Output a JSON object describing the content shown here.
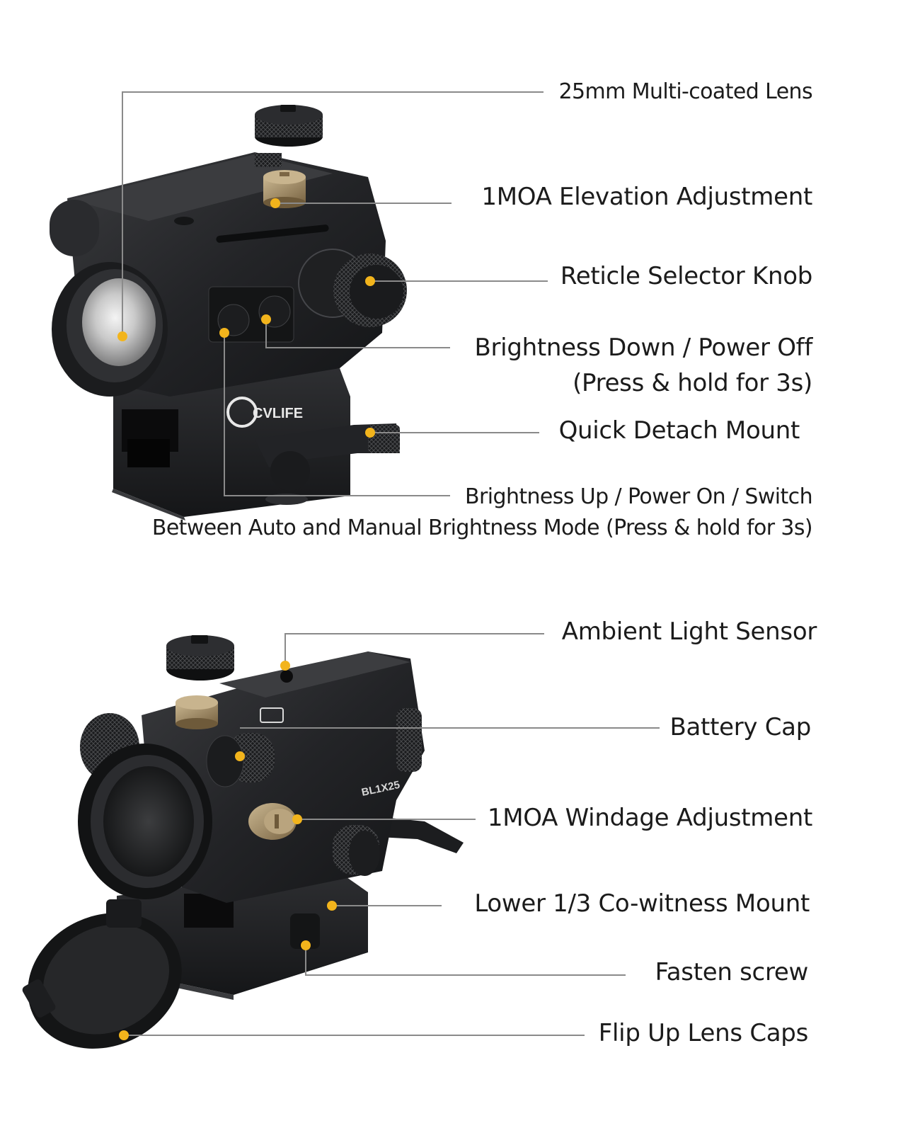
{
  "colors": {
    "background": "#ffffff",
    "callout_line": "#8a8a8a",
    "callout_dot": "#f2b41c",
    "text": "#1b1b1b",
    "body_dark": "#1e1f21",
    "brass": "#a28a64"
  },
  "top_scope": {
    "brand_logo": "CVLIFE",
    "callouts": [
      {
        "id": "lens",
        "text": "25mm Multi-coated Lens"
      },
      {
        "id": "elevation",
        "text": "1MOA Elevation Adjustment"
      },
      {
        "id": "reticle",
        "text": "Reticle Selector Knob"
      },
      {
        "id": "brightness-down",
        "line1": "Brightness Down / Power Off",
        "line2": "(Press & hold for 3s)"
      },
      {
        "id": "qd-mount",
        "text": "Quick Detach Mount"
      },
      {
        "id": "brightness-up",
        "line1": "Brightness Up / Power On / Switch",
        "line2": "Between Auto and Manual Brightness Mode (Press & hold for 3s)"
      }
    ]
  },
  "bottom_scope": {
    "model_marking": "BL1X25",
    "callouts": [
      {
        "id": "ambient",
        "text": "Ambient Light Sensor"
      },
      {
        "id": "battery",
        "text": "Battery Cap"
      },
      {
        "id": "windage",
        "text": "1MOA Windage Adjustment"
      },
      {
        "id": "cowitness",
        "text": "Lower 1/3 Co-witness Mount"
      },
      {
        "id": "fasten",
        "text": "Fasten screw"
      },
      {
        "id": "lenscaps",
        "text": "Flip Up Lens Caps"
      }
    ]
  }
}
